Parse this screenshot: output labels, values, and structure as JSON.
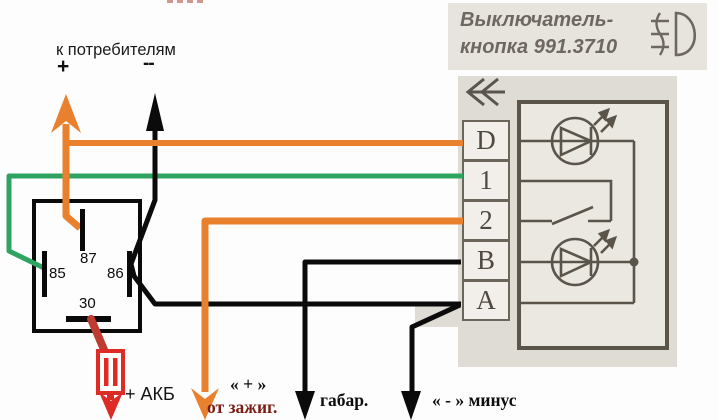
{
  "header": {
    "title_line1": "Выключатель-",
    "title_line2": "кнопка 991.3710"
  },
  "consumers": {
    "label": "к потребителям",
    "plus": "+",
    "minus": "--"
  },
  "relay": {
    "pin_87": "87",
    "pin_85": "85",
    "pin_86": "86",
    "pin_30": "30"
  },
  "bottom_labels": {
    "battery": "+ АКБ",
    "ignition_plus": "« + »",
    "ignition_source": "от зажиг.",
    "marker_lights": "габар.",
    "minus": "« - » минус"
  },
  "switchblock": {
    "terminals": [
      "D",
      "1",
      "2",
      "B",
      "A"
    ]
  },
  "colors": {
    "orange_wire": "#e8802d",
    "green_wire": "#2fa360",
    "black_wire": "#0b0b0b",
    "red_fuse": "#dd2c26",
    "red_wire": "#be3b31",
    "panel_gray": "#dfdcd6",
    "schematic_line": "#5a544b",
    "title_text": "#6e6861",
    "ignition_label": "#7a1d15"
  }
}
